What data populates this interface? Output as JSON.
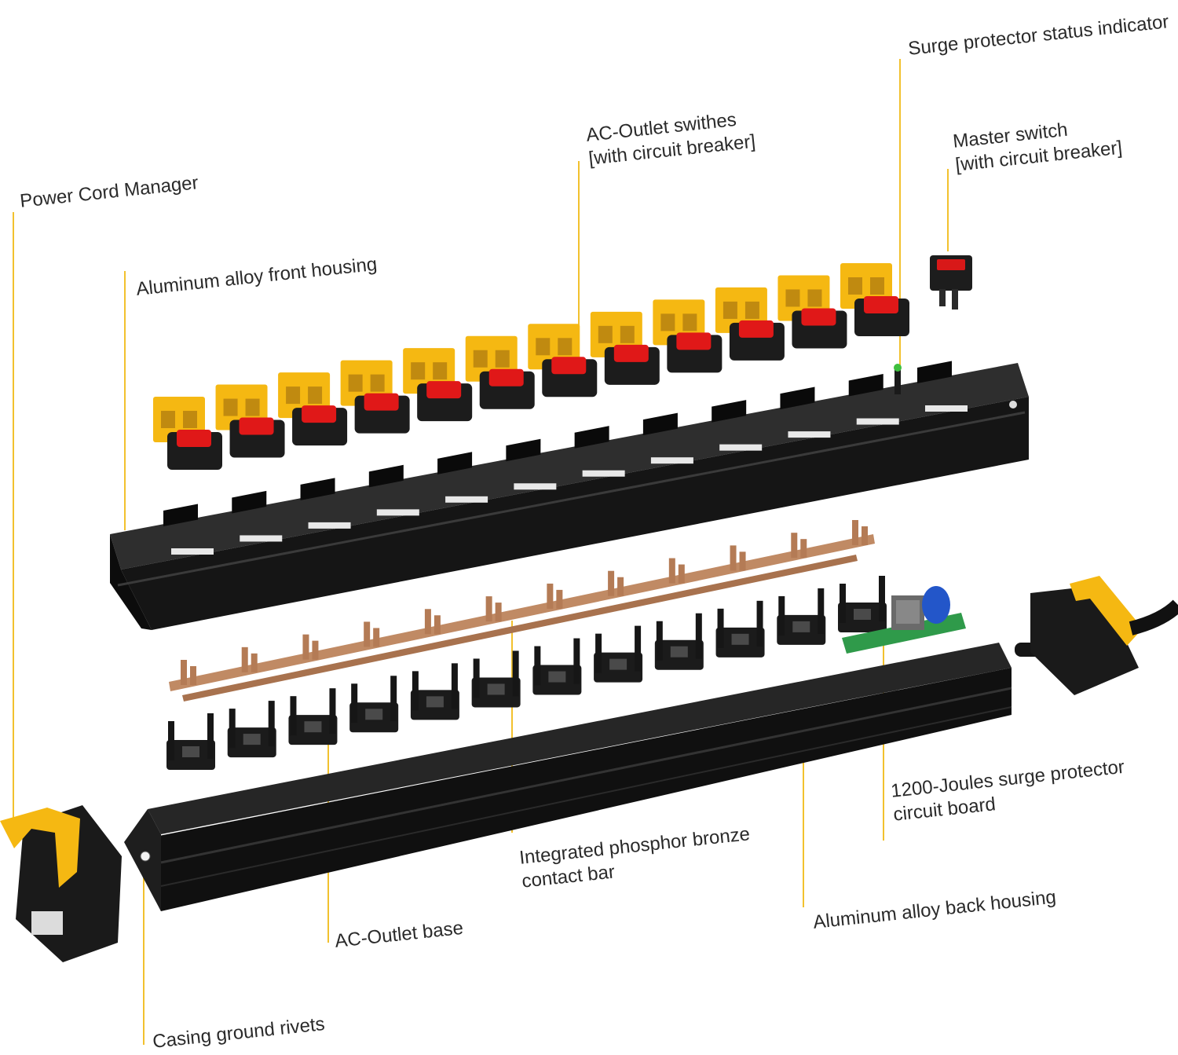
{
  "labels": {
    "power_cord_manager": "Power Cord Manager",
    "front_housing": "Aluminum alloy front housing",
    "outlet_switches_1": "AC-Outlet swithes",
    "outlet_switches_2": "[with circuit breaker]",
    "status_indicator": "Surge protector status indicator",
    "master_switch_1": "Master switch",
    "master_switch_2": "[with circuit breaker]",
    "surge_board_1": "1200-Joules surge protector",
    "surge_board_2": "circuit board",
    "contact_bar_1": "Integrated phosphor bronze",
    "contact_bar_2": "contact bar",
    "back_housing": "Aluminum alloy back housing",
    "outlet_base": "AC-Outlet base",
    "ground_rivets": "Casing ground rivets"
  },
  "colors": {
    "leader": "#f2c12e",
    "outlet": "#f5b812",
    "rocker": "#e01818",
    "housing": "#1b1b1b",
    "bronze": "#c08a64",
    "pcb": "#2f9a4a",
    "capacitor": "#2356c9",
    "text": "#2a2a2a"
  },
  "outlet_count": 12
}
